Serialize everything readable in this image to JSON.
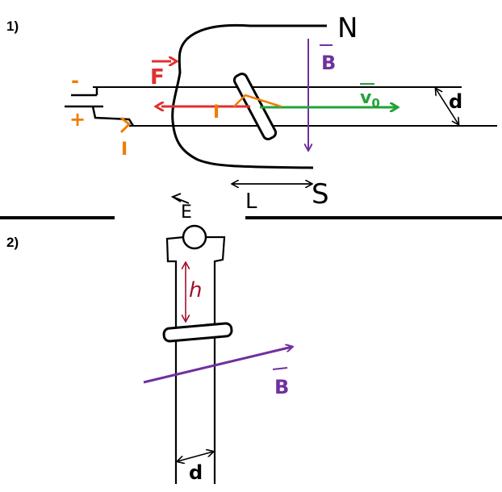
{
  "part1": {
    "label": "1)",
    "pole_north": "N",
    "pole_south": "S",
    "field_label": "B",
    "velocity_label": "v",
    "velocity_subscript": "0",
    "force_label": "F",
    "current_label": "I",
    "current_label_source": "I",
    "terminal_minus": "-",
    "terminal_plus": "+",
    "length_label": "L",
    "rail_gap_label": "d"
  },
  "part2": {
    "label": "2)",
    "emf_label": "E",
    "height_label": "h",
    "field_label": "B",
    "rail_gap_label": "d"
  },
  "colors": {
    "ink": "#000000",
    "field": "#7030a0",
    "velocity": "#22a33a",
    "force": "#e03030",
    "current": "#f07c00",
    "height": "#a0102a"
  }
}
